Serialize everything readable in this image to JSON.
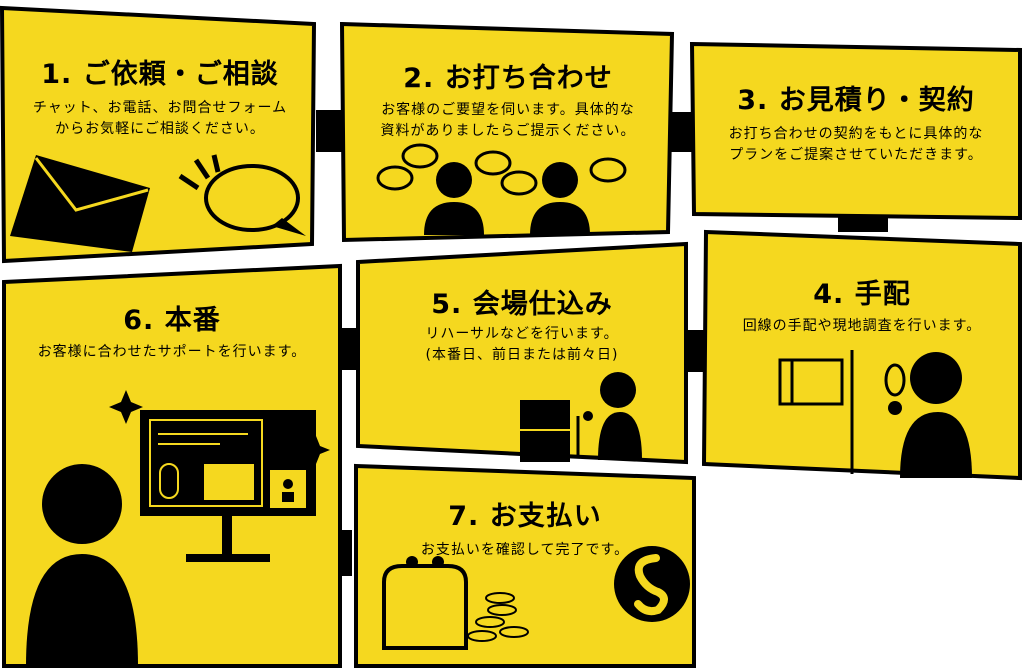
{
  "colors": {
    "panel": "#F5D81F",
    "ink": "#000000",
    "accent": "#F5D81F"
  },
  "steps": [
    {
      "title": "1. ご依頼・ご相談",
      "desc": "チャット、お電話、お問合せフォーム\nからお気軽にご相談ください。"
    },
    {
      "title": "2. お打ち合わせ",
      "desc": "お客様のご要望を伺います。具体的な\n資料がありましたらご提示ください。"
    },
    {
      "title": "3. お見積り・契約",
      "desc": "お打ち合わせの契約をもとに具体的な\nプランをご提案させていただきます。"
    },
    {
      "title": "4. 手配",
      "desc": "回線の手配や現地調査を行います。"
    },
    {
      "title": "5. 会場仕込み",
      "desc": "リハーサルなどを行います。\n(本番日、前日または前々日)"
    },
    {
      "title": "6. 本番",
      "desc": "お客様に合わせたサポートを行います。"
    },
    {
      "title": "7. お支払い",
      "desc": "お支払いを確認して完了です。"
    }
  ]
}
